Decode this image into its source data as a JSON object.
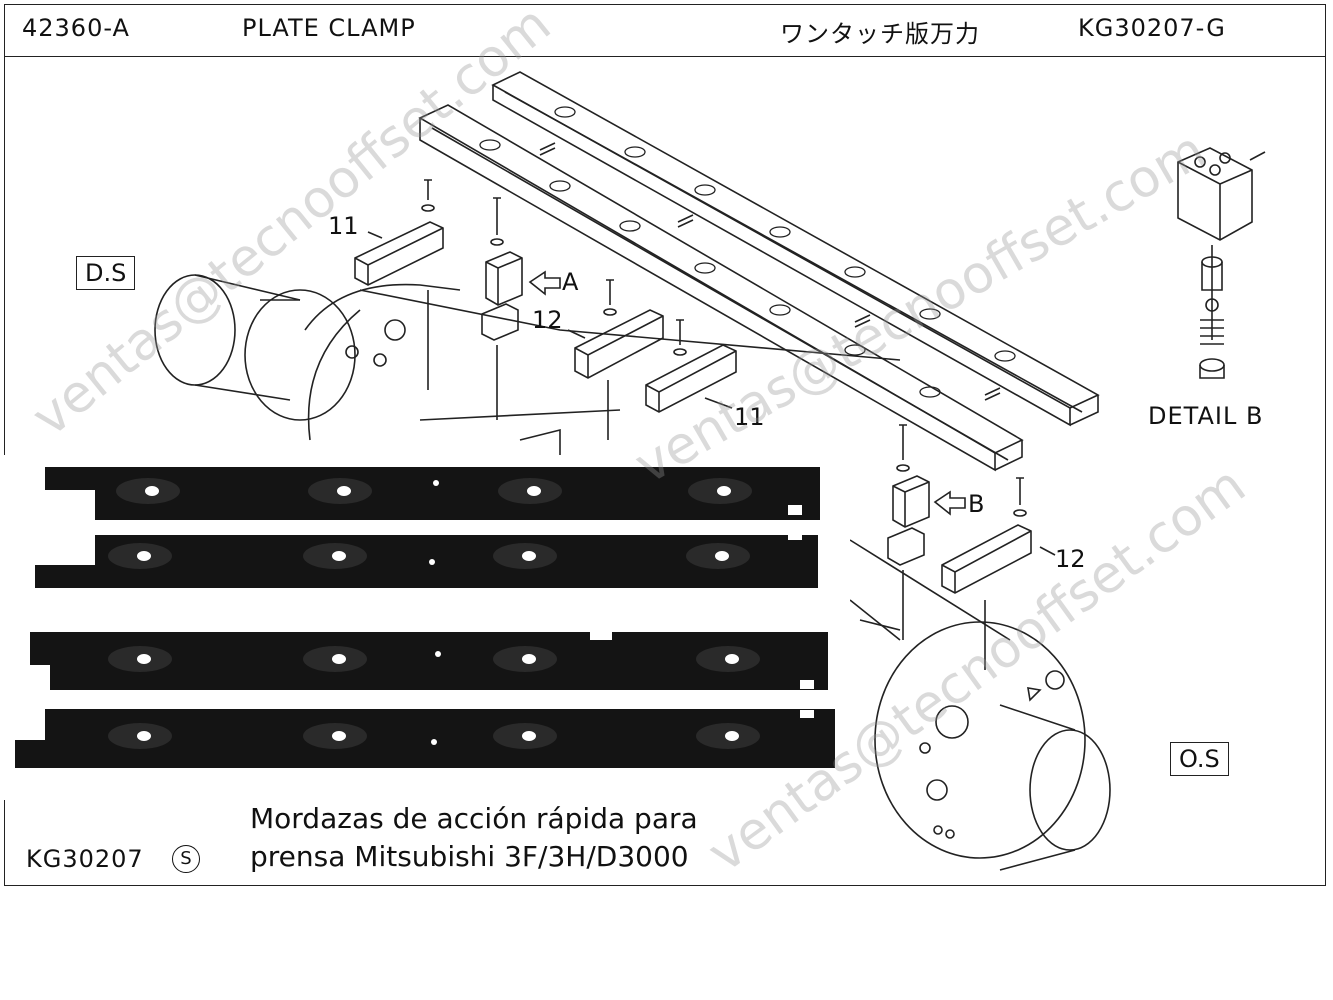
{
  "header": {
    "part_number": "42360-A",
    "title": "PLATE CLAMP",
    "title_jp": "ワンタッチ版万力",
    "code": "KG30207-G"
  },
  "callouts": {
    "c11_top": "11",
    "c11_bottom": "11",
    "c12_left": "12",
    "c12_right": "12",
    "arrow_a": "A",
    "arrow_b": "B"
  },
  "labels": {
    "drive_side": "D.S",
    "operator_side": "O.S",
    "detail_b": "DETAIL B"
  },
  "caption": {
    "line1": "Mordazas de acción rápida para",
    "line2": "prensa Mitsubishi 3F/3H/D3000"
  },
  "footer": {
    "code": "KG30207",
    "mark": "S"
  },
  "watermark": "ventas@tecnooffset.com"
}
